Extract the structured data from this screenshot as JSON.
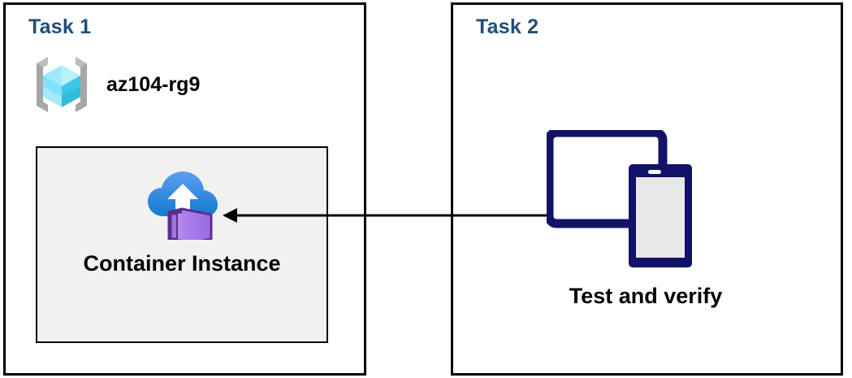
{
  "diagram": {
    "type": "azure-architecture-tasks",
    "background_color": "#FFFFFF",
    "title_color": "#1F4E79",
    "panel_border_color": "#000000",
    "inner_box_fill": "#F1F1F1",
    "connector_color": "#000000"
  },
  "panels": [
    {
      "id": "task1",
      "title": "Task 1",
      "resource_group": {
        "icon": "azure-resource-group-icon",
        "label": "az104-rg9",
        "icon_colors": {
          "bracket": "#A0A0A0",
          "cube_light": "#9FEAFA",
          "cube_mid": "#50D7F5",
          "cube_dark": "#2EBBDD"
        }
      },
      "resource": {
        "icon": "azure-container-instance-icon",
        "label": "Container Instance",
        "icon_colors": {
          "cloud_top": "#5B9BEE",
          "cloud_bottom": "#1B7FD4",
          "arrow": "#FFFFFF",
          "container_dark": "#5C2D91",
          "container_light": "#A67BE8"
        }
      }
    },
    {
      "id": "task2",
      "title": "Task 2",
      "resource": {
        "icon": "devices-tablet-phone-icon",
        "label": "Test and verify",
        "icon_colors": {
          "device_body": "#121268",
          "screen_fill": "#FFFFFF",
          "phone_screen_fill": "#E8E8E8"
        }
      }
    }
  ],
  "connector": {
    "name": "arrow-task2-to-task1",
    "direction": "right-to-left",
    "from": "Test and verify",
    "to": "Container Instance",
    "color": "#000000"
  }
}
